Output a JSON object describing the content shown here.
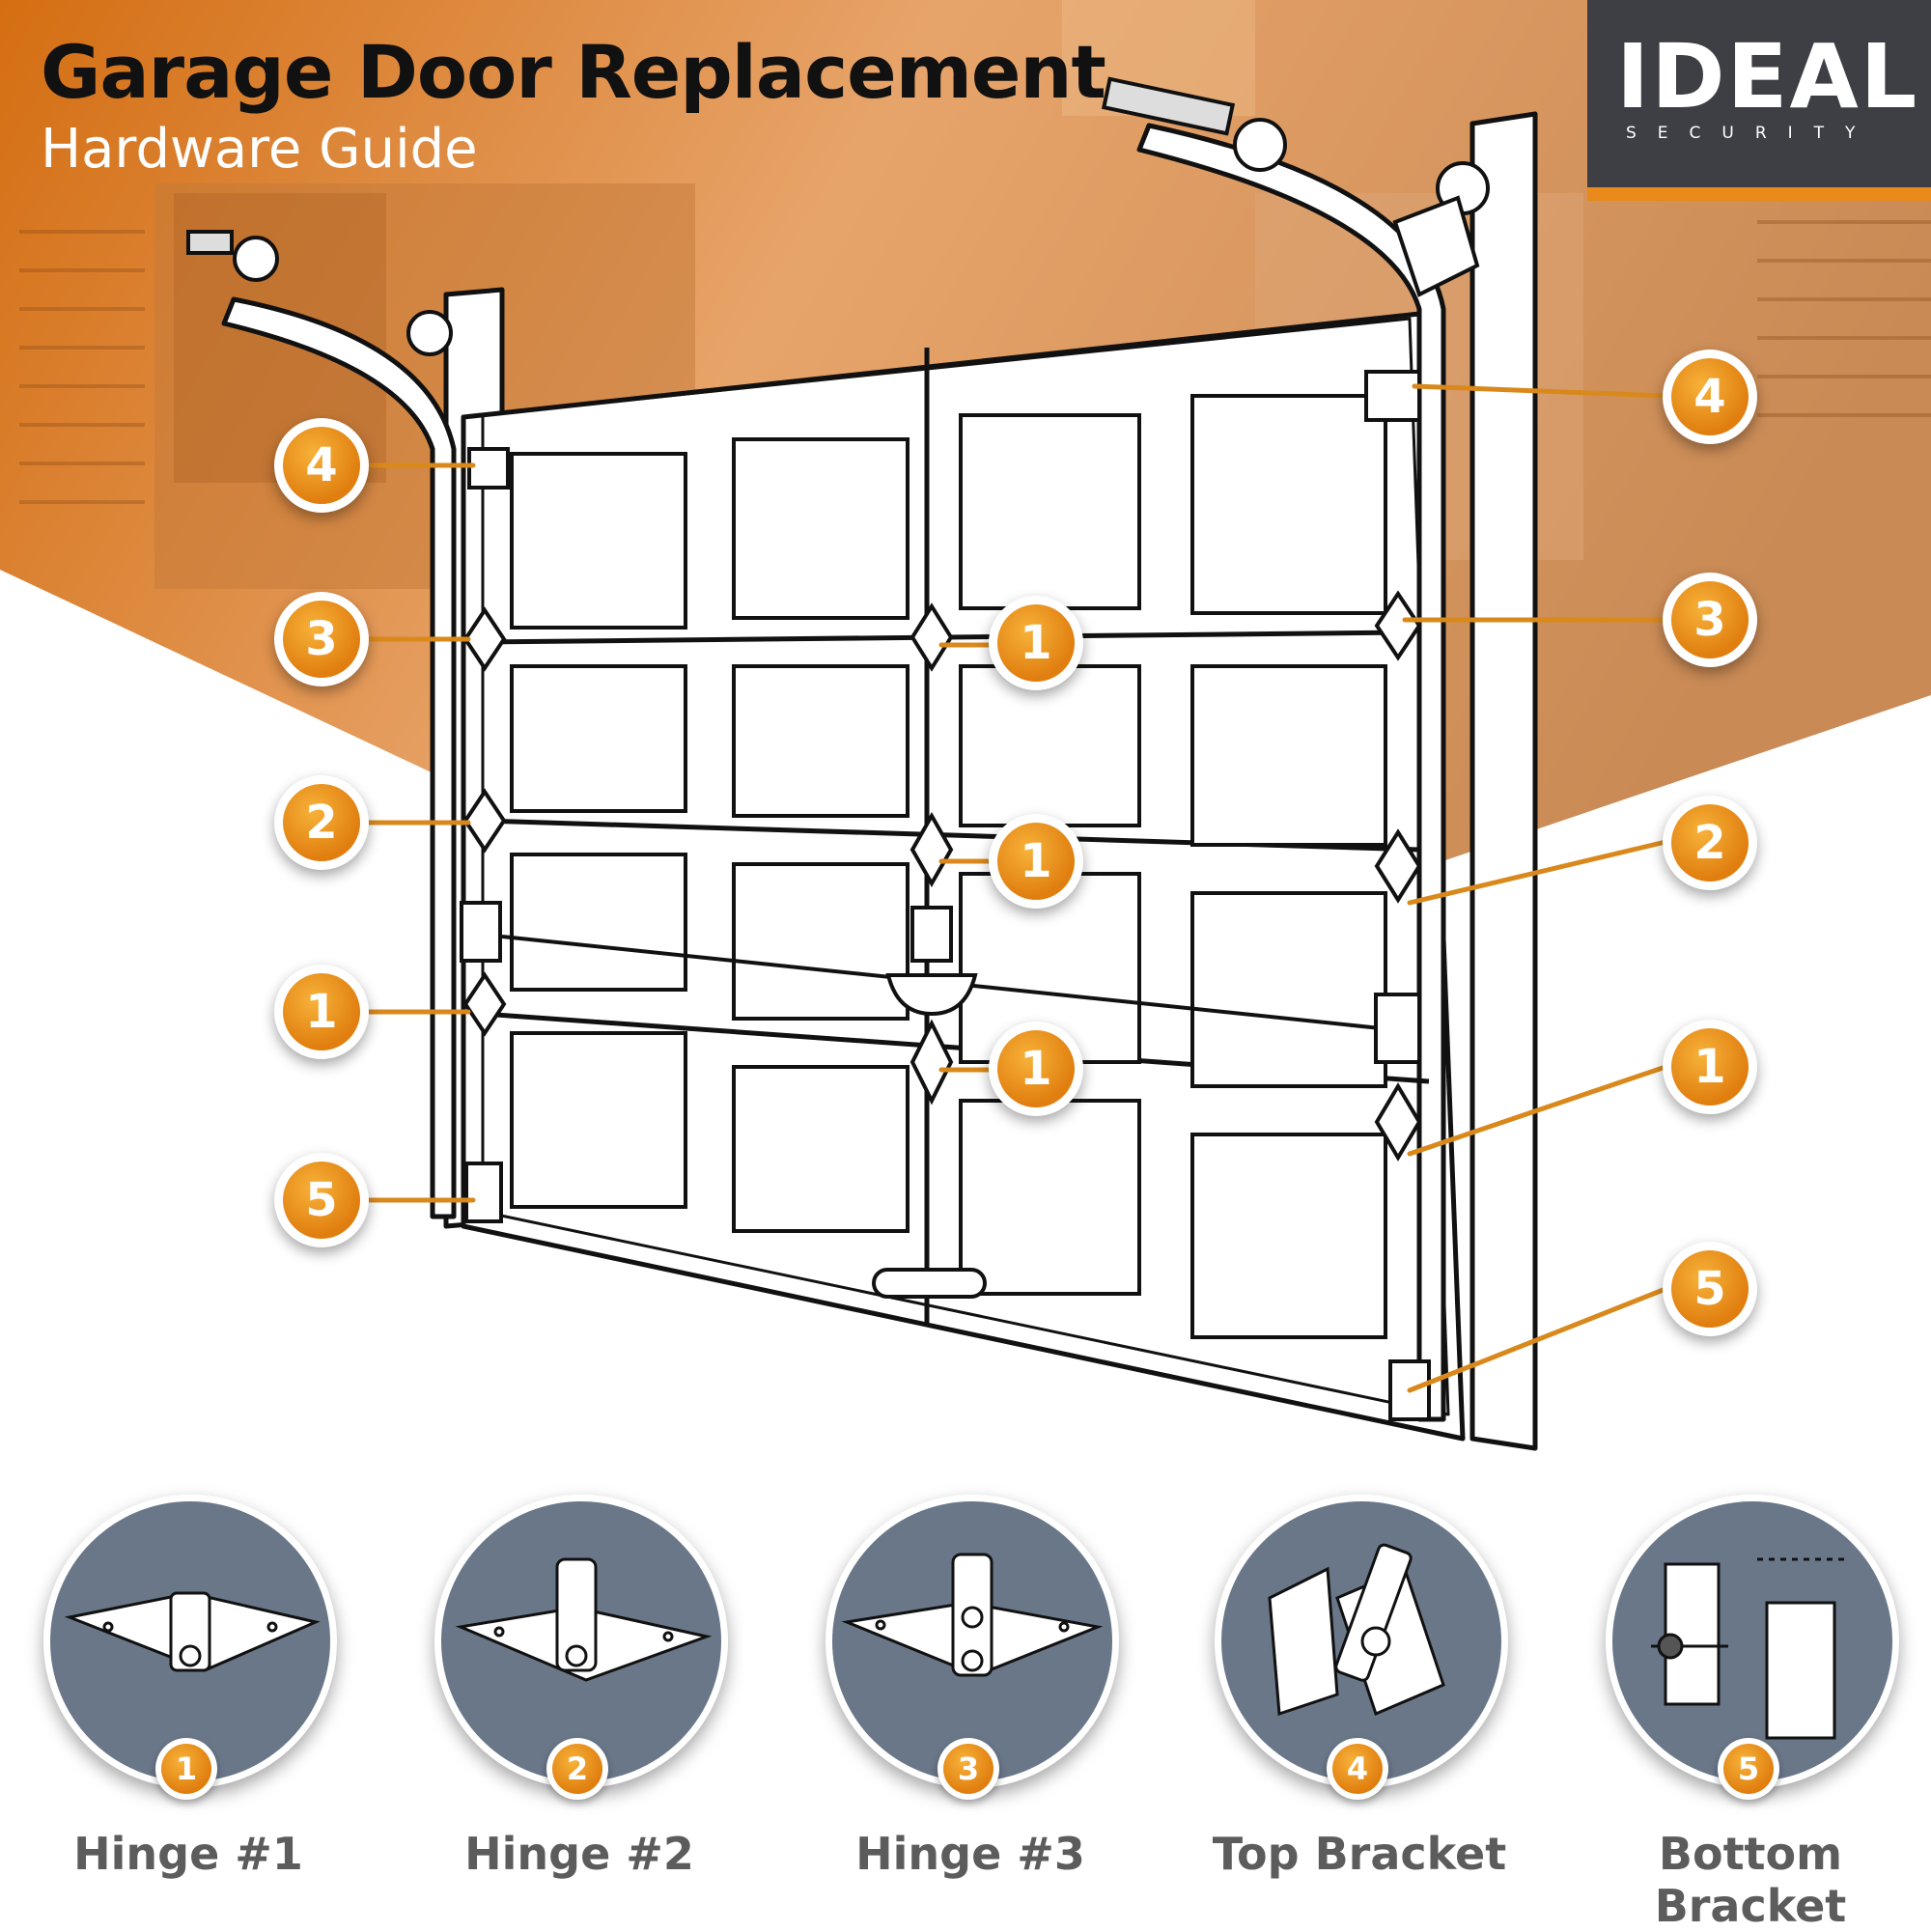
{
  "header": {
    "title": "Garage Door Replacement",
    "subtitle": "Hardware Guide"
  },
  "logo": {
    "name": "IDEAL",
    "tagline": "SECURITY"
  },
  "colors": {
    "accent": "#e98a1a",
    "dark": "#3d3f44",
    "disc": "#6a7789",
    "label": "#5c5c5c"
  },
  "callouts": {
    "left": [
      "4",
      "3",
      "2",
      "1",
      "5"
    ],
    "center": [
      "1",
      "1",
      "1"
    ],
    "right": [
      "4",
      "3",
      "2",
      "1",
      "5"
    ]
  },
  "hardware": [
    {
      "number": "1",
      "label": "Hinge #1",
      "icon": "hinge-1-icon"
    },
    {
      "number": "2",
      "label": "Hinge #2",
      "icon": "hinge-2-icon"
    },
    {
      "number": "3",
      "label": "Hinge #3",
      "icon": "hinge-3-icon"
    },
    {
      "number": "4",
      "label": "Top Bracket",
      "icon": "top-bracket-icon"
    },
    {
      "number": "5",
      "label": "Bottom Bracket",
      "icon": "bottom-bracket-icon"
    }
  ]
}
